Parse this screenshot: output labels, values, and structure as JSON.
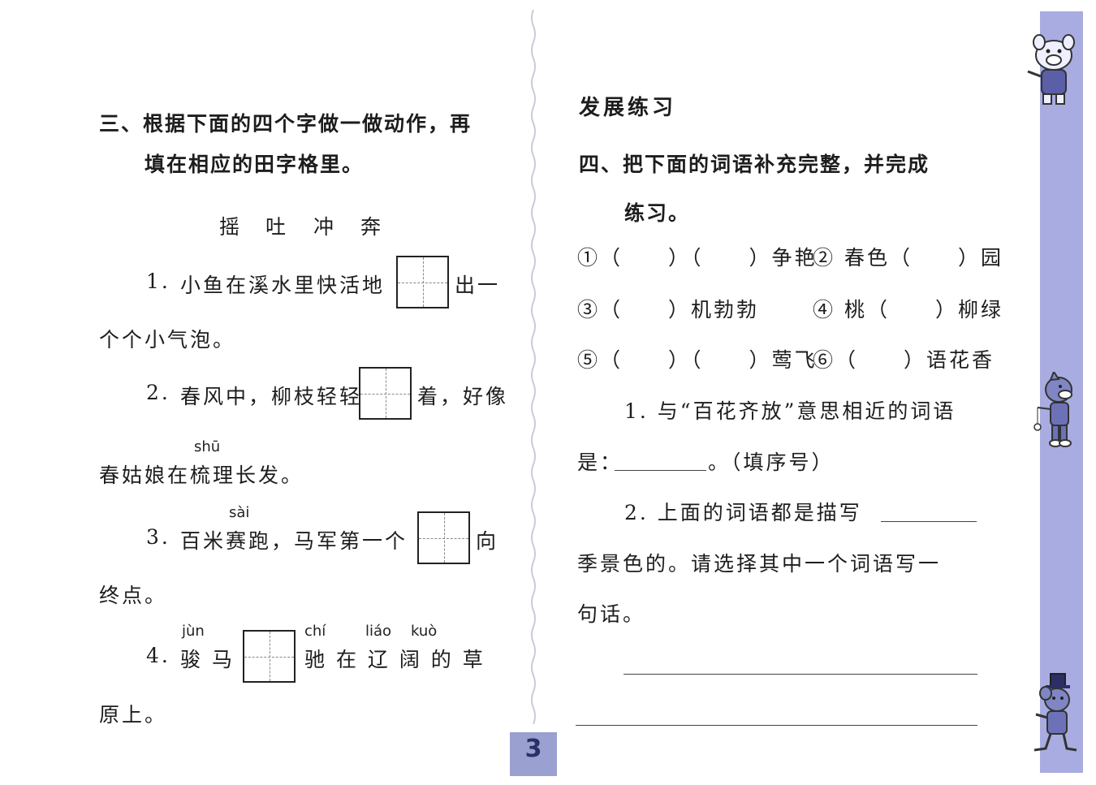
{
  "left": {
    "q3_title_line1": "三、根据下面的四个字做一做动作，再",
    "q3_title_line2": "填在相应的田字格里。",
    "word_choices": [
      "摇",
      "吐",
      "冲",
      "奔"
    ],
    "s1": {
      "num": "1.",
      "before": "小鱼在溪水里快活地",
      "after": "出一",
      "cont": "个个小气泡。"
    },
    "s2": {
      "num": "2.",
      "before": "春风中，柳枝轻轻",
      "after": "着，好像",
      "pinyin": "shū",
      "cont": "春姑娘在梳理长发。"
    },
    "s3": {
      "num": "3.",
      "pinyin": "sài",
      "before": "百米赛跑，马军第一个",
      "after": "向",
      "cont": "终点。"
    },
    "s4": {
      "num": "4.",
      "pinyin_jun": "jùn",
      "pinyin_chi": "chí",
      "pinyin_liao": "liáo",
      "pinyin_kuo": "kuò",
      "before": "骏 马",
      "after": "驰 在 辽  阔 的 草",
      "cont": "原上。"
    }
  },
  "right": {
    "section_title": "发展练习",
    "q4_title_line1": "四、把下面的词语补充完整，并完成",
    "q4_title_line2": "练习。",
    "items": [
      "①（　　）（　　）争艳",
      "② 春色（　　）园",
      "③（　　）机勃勃",
      "④ 桃（　　）柳绿",
      "⑤（　　）（　　）莺飞",
      "⑥（　　）语花香"
    ],
    "q1_line1": "1. 与“百花齐放”意思相近的词语",
    "q1_line2_before": "是：",
    "q1_line2_after": "。（填序号）",
    "q2_line1": "2. 上面的词语都是描写",
    "q2_line2": "季景色的。请选择其中一个词语写一",
    "q2_line3": "句话。"
  },
  "page_number": "3",
  "colors": {
    "side_strip": "#a8ace0",
    "page_tab": "#9aa0cf"
  }
}
